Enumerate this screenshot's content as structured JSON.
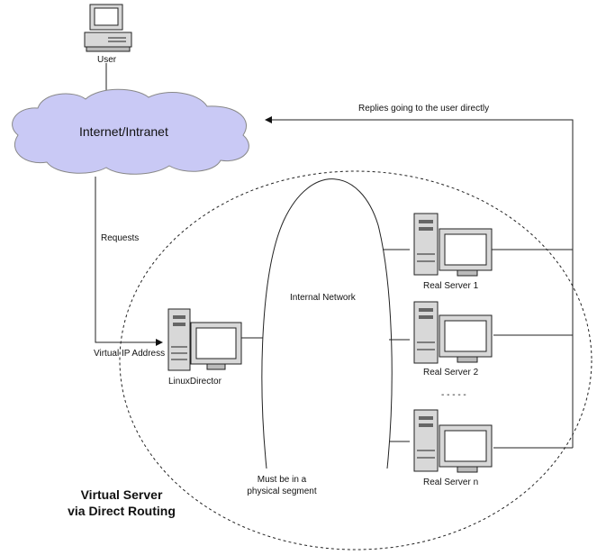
{
  "diagram": {
    "user_label": "User",
    "cloud_label": "Internet/Intranet",
    "replies_label": "Replies going to the user directly",
    "requests_label": "Requests",
    "vip_label": "Virtual IP Address",
    "director_label": "LinuxDirector",
    "internal_network_label": "Internal Network",
    "physical_segment_line1": "Must be in a",
    "physical_segment_line2": "physical segment",
    "ellipsis": "- - - - -",
    "title_line1": "Virtual Server",
    "title_line2": "via Direct Routing",
    "servers": [
      {
        "label": "Real Server 1"
      },
      {
        "label": "Real Server 2"
      },
      {
        "label": "Real Server n"
      }
    ]
  },
  "colors": {
    "cloud_fill": "#c9c9f5",
    "screen_fill": "#ffffff",
    "chassis_fill": "#d8d8d8",
    "line": "#222222"
  }
}
